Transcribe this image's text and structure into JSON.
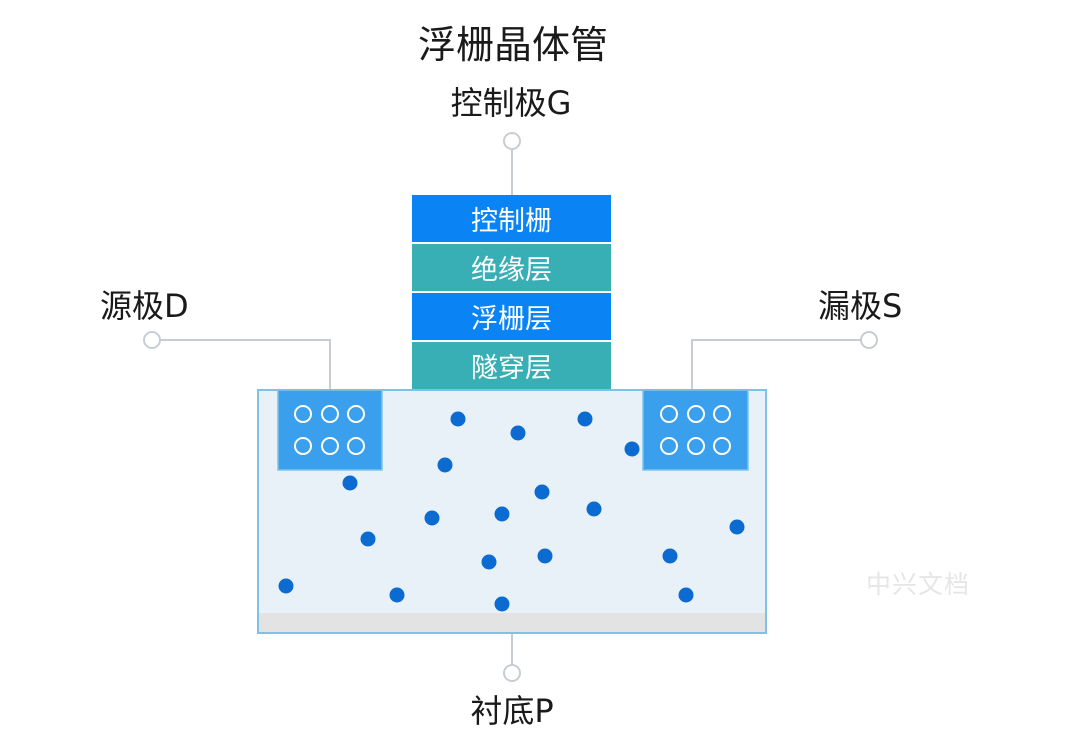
{
  "title": "浮栅晶体管",
  "terminals": {
    "gate": "控制极G",
    "source": "源极D",
    "drain": "漏极S",
    "substrate": "衬底P"
  },
  "gate_stack": [
    {
      "label": "控制栅",
      "color": "#0a84f5"
    },
    {
      "label": "绝缘层",
      "color": "#38aeb5"
    },
    {
      "label": "浮栅层",
      "color": "#0a84f5"
    },
    {
      "label": "隧穿层",
      "color": "#38aeb5"
    }
  ],
  "colors": {
    "substrate_fill": "#e9f1f8",
    "substrate_border": "#7fc2e6",
    "substrate_bottom": "#e3e3e3",
    "well_fill": "#3aa0ee",
    "electron": "#0b6bd1",
    "connector": "#c8cdd2"
  },
  "watermark": "中兴文档"
}
